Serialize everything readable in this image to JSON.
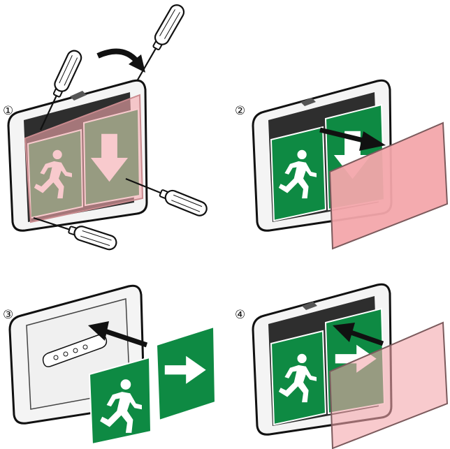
{
  "steps": [
    {
      "number": "①"
    },
    {
      "number": "②"
    },
    {
      "number": "③"
    },
    {
      "number": "④"
    }
  ],
  "colors": {
    "sign_green": "#0e8a43",
    "cover_pink": "#f3a7ab",
    "housing_dark": "#2a2a2a",
    "outline": "#111111"
  },
  "icons": [
    "screwdriver-icon",
    "running-man-icon",
    "down-arrow-icon",
    "right-arrow-icon",
    "curved-arrow-icon"
  ]
}
